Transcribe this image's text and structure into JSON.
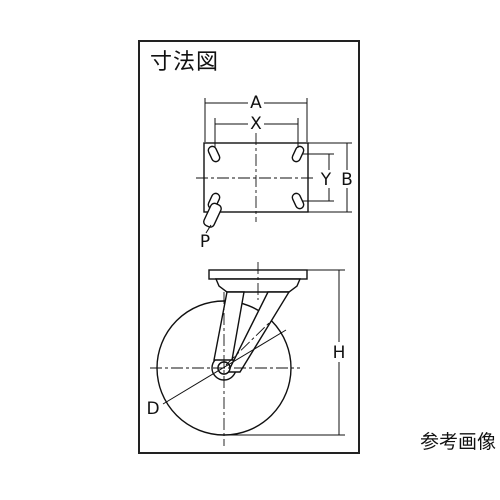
{
  "title": "寸法図",
  "caption": "参考画像",
  "dimensions": {
    "A": "A",
    "X": "X",
    "Y": "Y",
    "B": "B",
    "P": "P",
    "H": "H",
    "D": "D"
  }
}
